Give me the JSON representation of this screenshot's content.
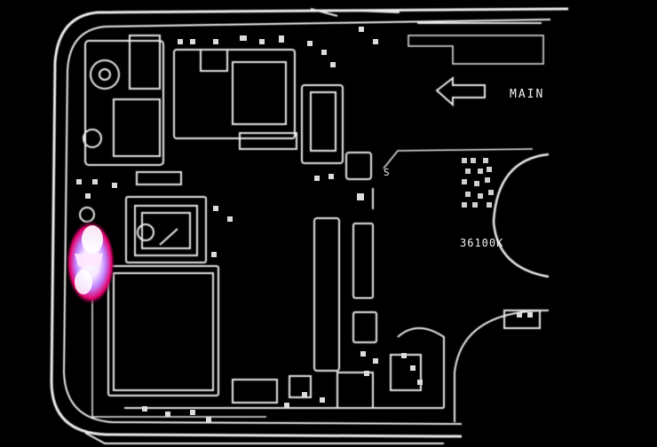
{
  "image": {
    "kind": "thermal-edge image of a phone circuit board",
    "silkscreen": {
      "board_label": "MAIN",
      "part_label": "36100K",
      "side_letter": "S"
    },
    "colors": {
      "background": "#000000",
      "edges": "#f2f2f2",
      "hotspot_core": "#ffffff",
      "hotspot_mid": "#c084ff",
      "hotspot_edge": "#e3006a"
    }
  }
}
